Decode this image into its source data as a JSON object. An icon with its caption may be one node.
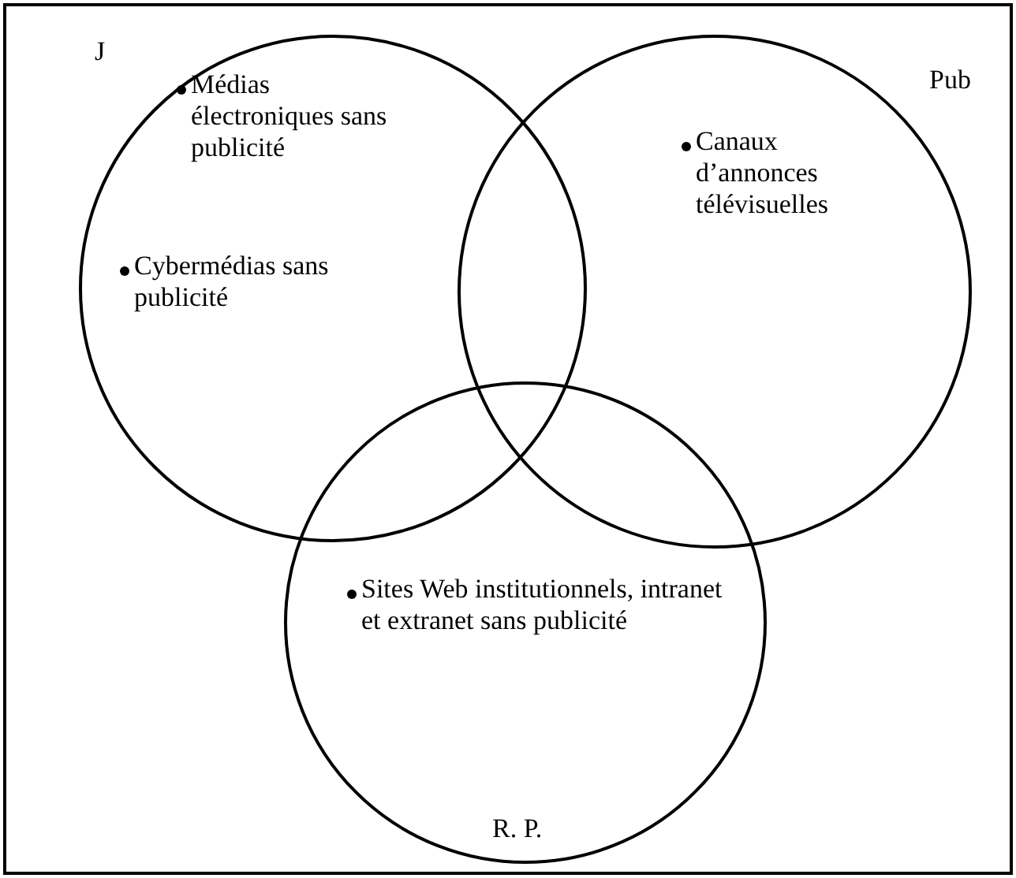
{
  "diagram": {
    "nodes": [
      {
        "text": [
          "J",
          "Médias électroniques sans publicité",
          "Cybermédias sans publicité"
        ]
      },
      {
        "text": [
          "Pub",
          "Canaux d’annonces télévisuelles"
        ]
      },
      {
        "text": [
          "Sites Web institutionnels, intranet et extranet sans publicité",
          "R. P."
        ]
      }
    ]
  }
}
